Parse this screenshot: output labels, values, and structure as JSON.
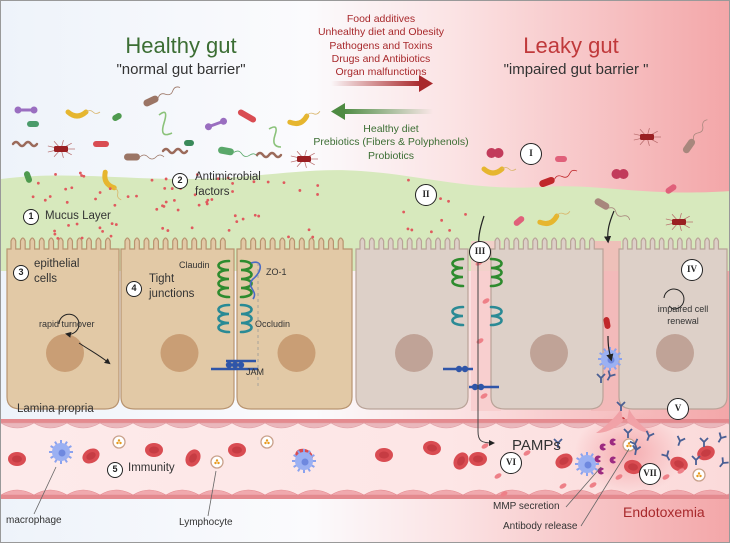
{
  "healthy": {
    "title": "Healthy gut",
    "subtitle": "\"normal gut barrier\"",
    "color": "#3c6e34"
  },
  "leaky": {
    "title": "Leaky gut",
    "subtitle": "\"impaired gut barrier \"",
    "color": "#c0393b"
  },
  "risk_factors": {
    "color": "#a8292c",
    "items": [
      "Food additives",
      "Unhealthy diet and Obesity",
      "Pathogens and Toxins",
      "Drugs and Antibiotics",
      "Organ malfunctions"
    ]
  },
  "protective_factors": {
    "color": "#3c6e34",
    "items": [
      "Healthy diet",
      "Prebiotics (Fibers & Polyphenols)",
      "Probiotics"
    ]
  },
  "healthy_labels": {
    "n1": "1",
    "mucus_layer": "Mucus Layer",
    "n2": "2",
    "antimicrobial_1": "Antimicrobial",
    "antimicrobial_2": "factors",
    "n3": "3",
    "epithelial_1": "epithelial",
    "epithelial_2": "cells",
    "rapid_turnover": "rapid turnover",
    "n4": "4",
    "tight_1": "Tight",
    "tight_2": "junctions",
    "claudin": "Claudin",
    "zo1": "ZO-1",
    "occludin": "Occludin",
    "jam": "JAM",
    "lamina_propria": "Lamina propria",
    "n5": "5",
    "immunity": "Immunity",
    "macrophage": "macrophage",
    "lymphocyte": "Lymphocyte"
  },
  "leaky_labels": {
    "r1": "I",
    "r2": "II",
    "r3": "III",
    "r4": "IV",
    "r5": "V",
    "r6": "VI",
    "r7": "VII",
    "impaired_1": "impaired cell",
    "impaired_2": "renewal",
    "pamps": "PAMPs",
    "mmp": "MMP secretion",
    "antibody": "Antibody release",
    "endotoxemia": "Endotoxemia"
  },
  "colors": {
    "mucus": "#d7e9bd",
    "cell_healthy": "#e2c9a6",
    "cell_healthy_border": "#b89470",
    "nucleus_healthy": "#c99e75",
    "cell_leaky": "#ddd0c8",
    "cell_leaky_border": "#b9a398",
    "nucleus_leaky": "#c0a397",
    "blood_red": "#d94c52",
    "claudin": "#2e8b2e",
    "occludin": "#2a8a95",
    "jam": "#2f55a8",
    "zo1": "#4a6bc4",
    "bg_left": "#eef3fa",
    "bg_right": "#f3a6a8"
  }
}
